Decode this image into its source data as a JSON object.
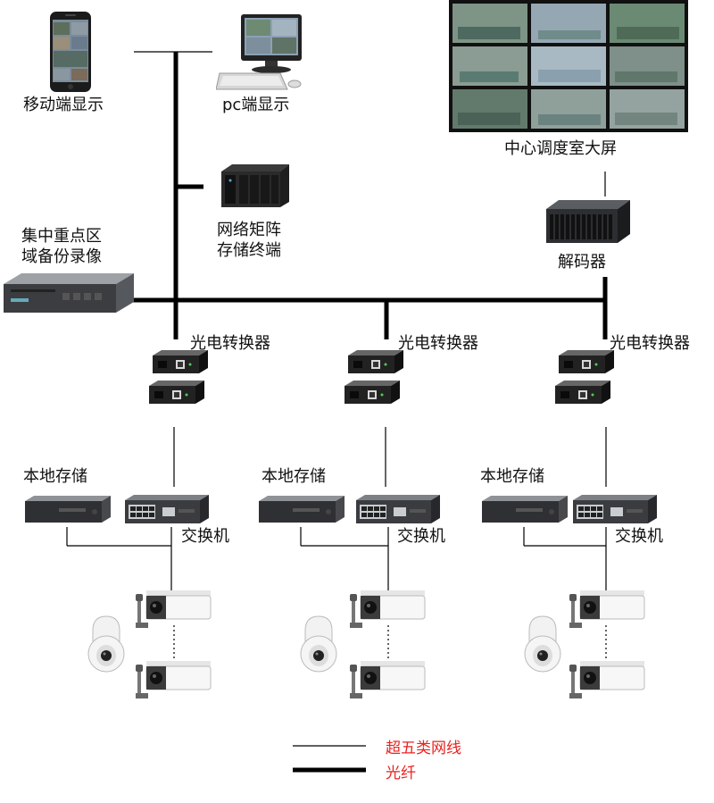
{
  "labels": {
    "mobile": "移动端显示",
    "pc": "pc端显示",
    "storage_matrix_line1": "网络矩阵",
    "storage_matrix_line2": "存储终端",
    "central_backup_line1": "集中重点区",
    "central_backup_line2": "域备份录像",
    "screen": "中心调度室大屏",
    "decoder": "解码器",
    "converter": "光电转换器",
    "local_storage": "本地存储",
    "switch": "交换机"
  },
  "legend": [
    {
      "label": "超五类网线",
      "line": "thin"
    },
    {
      "label": "光纤",
      "line": "thick"
    }
  ],
  "colors": {
    "line": "#000000",
    "legend_text": "#e8231f",
    "device_dark": "#2a2a2a",
    "device_silver": "#c9cdd2"
  }
}
